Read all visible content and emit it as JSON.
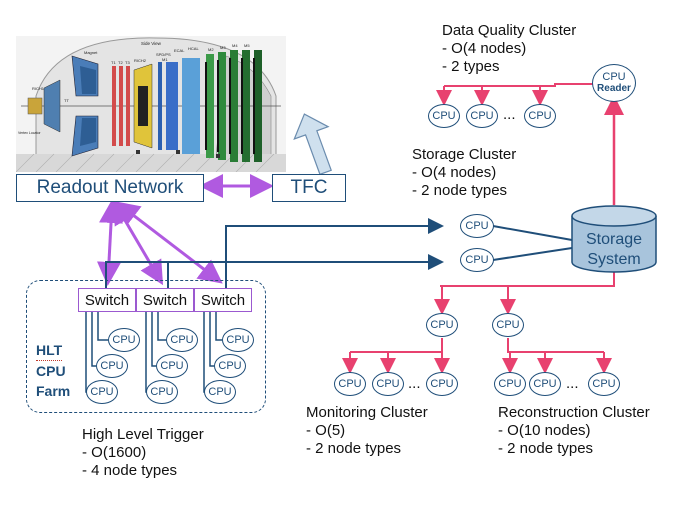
{
  "detector": {
    "image_labels": [
      "Side View",
      "Magnet",
      "RICH1",
      "RICH2",
      "SPD/PS",
      "ECAL",
      "HCAL",
      "M1",
      "M2",
      "M3",
      "M4",
      "M5",
      "T1",
      "T2",
      "T3",
      "TT",
      "Vertex Locator"
    ]
  },
  "readout_network": "Readout Network",
  "tfc": "TFC",
  "switches": [
    "Switch",
    "Switch",
    "Switch"
  ],
  "cpu_label": "CPU",
  "ellipsis": "...",
  "hlt_farm": [
    "HLT",
    "CPU",
    "Farm"
  ],
  "high_level_trigger": {
    "title": "High Level Trigger",
    "lines": [
      "- O(1600)",
      "- 4 node types"
    ]
  },
  "data_quality": {
    "title": "Data Quality Cluster",
    "lines": [
      "- O(4 nodes)",
      "- 2 types"
    ]
  },
  "reader": {
    "line1": "CPU",
    "line2": "Reader"
  },
  "storage_cluster": {
    "title": "Storage Cluster",
    "lines": [
      "- O(4 nodes)",
      "- 2 node types"
    ]
  },
  "storage_system": {
    "line1": "Storage",
    "line2": "System"
  },
  "monitoring": {
    "title": "Monitoring Cluster",
    "lines": [
      "- O(5)",
      "- 2 node types"
    ]
  },
  "reconstruction": {
    "title": "Reconstruction Cluster",
    "lines": [
      "- O(10 nodes)",
      "- 2 node types"
    ]
  },
  "colors": {
    "navy": "#1f4e79",
    "pink": "#e8416f",
    "violet": "#b05ae0",
    "arrow_fill": "#cfe0ee"
  }
}
